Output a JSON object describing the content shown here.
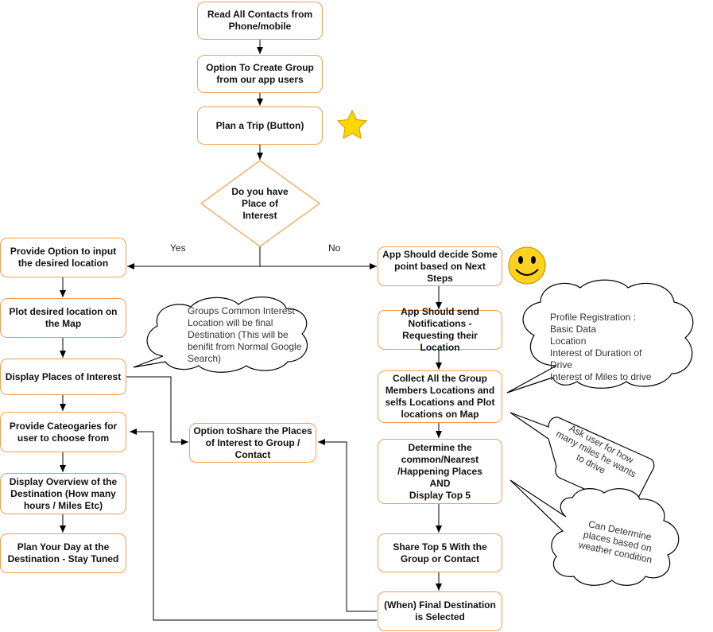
{
  "boxes": {
    "read_contacts": "Read All Contacts from Phone/mobile",
    "create_group": "Option To Create Group from our app users",
    "plan_trip": "Plan a Trip (Button)",
    "provide_option": "Provide Option to input the desired location",
    "plot_location": "Plot desired location on the Map",
    "display_places": "Display Places of Interest",
    "provide_categories": "Provide Cateogaries for user to choose from",
    "display_overview": "Display Overview of the Destination (How many hours / Miles Etc)",
    "plan_day": "Plan Your Day at the Destination - Stay Tuned",
    "share_places": "Option toShare the Places of Interest to Group / Contact",
    "app_decide": "App Should decide Some point based on Next Steps",
    "app_send": "App Should send Notifications - Requesting their Location",
    "collect_locations": "Collect All the Group Members Locations and selfs Locations and Plot locations on Map",
    "determine": "Determine the\ncommon/Nearest\n/Happening Places\nAND\nDisplay Top 5",
    "share_top5": "Share Top 5 With the Group or Contact",
    "final_destination": "(When) Final Destination is Selected"
  },
  "decision": "Do you have Place of Interest",
  "labels": {
    "yes": "Yes",
    "no": "No"
  },
  "callouts": {
    "groups_common": "Groups Common Interest Location will be final Destination (This will be benifit from Normal Google Search)",
    "profile": "Profile Registration :\n  Basic Data\n  Location\n  Interest of Duration of\nDrive\n  Interest of Miles to drive",
    "ask_user": "Ask user for how many miles he wants to drive",
    "weather": "Can Determine places based on weather condition"
  },
  "icons": {
    "star": "star-icon",
    "smiley": "smiley-icon"
  },
  "colors": {
    "box_border": "#f0a050",
    "star": "#ffd700",
    "smiley": "#ffd21f"
  }
}
